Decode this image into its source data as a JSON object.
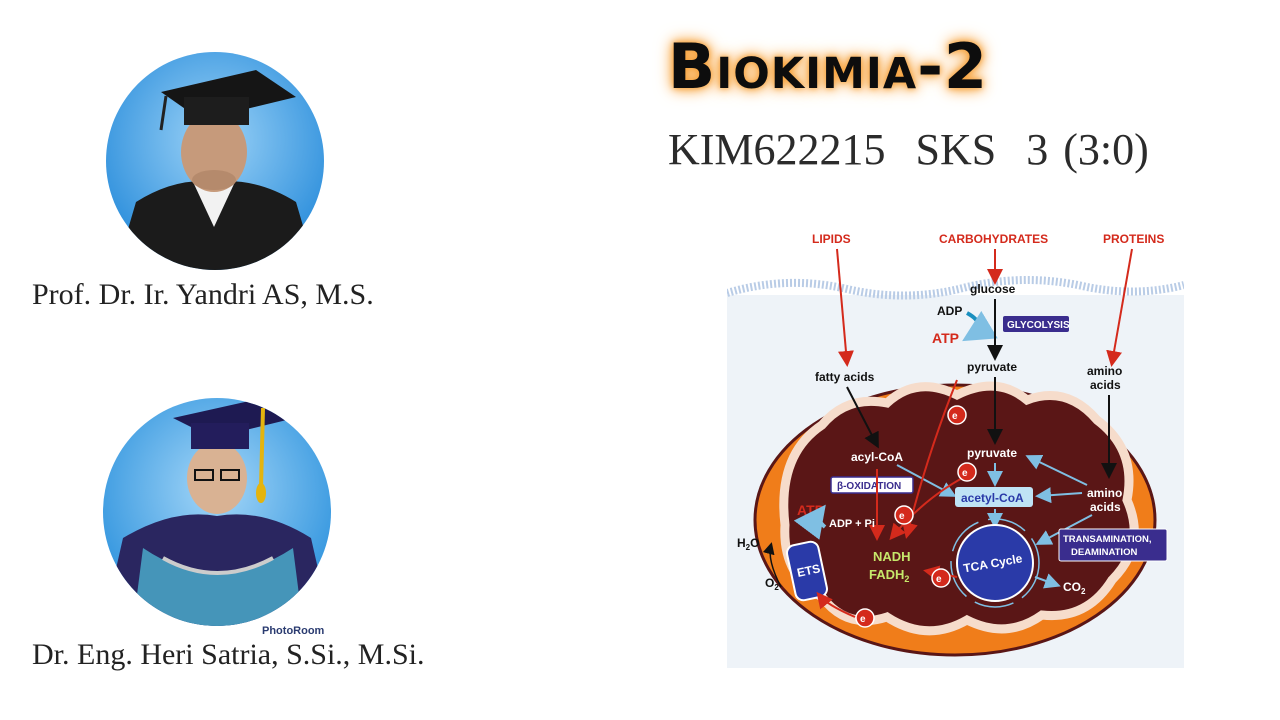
{
  "header": {
    "title": "Biokimia-2",
    "course": "KIM622215  SKS  3 (3:0)"
  },
  "lecturers": [
    {
      "name": "Prof. Dr. Ir. Yandri AS, M.S."
    },
    {
      "name": "Dr. Eng. Heri Satria, S.Si., M.Si.",
      "watermark": "PhotoRoom"
    }
  ],
  "diagram": {
    "sources": {
      "lipids": "LIPIDS",
      "carbohydrates": "CARBOHYDRATES",
      "proteins": "PROTEINS"
    },
    "glucose": "glucose",
    "adp": "ADP",
    "atp": "ATP",
    "glycolysis": "GLYCOLYSIS",
    "pyruvate_out": "pyruvate",
    "pyruvate_in": "pyruvate",
    "fatty_acids": "fatty acids",
    "amino_acids_out": [
      "amino",
      "acids"
    ],
    "amino_acids_in": [
      "amino",
      "acids"
    ],
    "acyl_coa": "acyl-CoA",
    "beta_oxidation": "β-OXIDATION",
    "acetyl_coa": "acetyl-CoA",
    "atp_inner": "ATP",
    "adp_pi": "ADP + Pi",
    "nadh": "NADH",
    "fadh2": "FADH",
    "fadh2_sub": "2",
    "tca": "TCA Cycle",
    "transamination": [
      "TRANSAMINATION,",
      "DEAMINATION"
    ],
    "ets": "ETS",
    "co2": "CO",
    "co2_sub": "2",
    "h2o": "H",
    "h2o_sub": "2",
    "h2o_o": "O",
    "o2": "O",
    "o2_sub": "2",
    "electron": "e",
    "colors": {
      "arrow_red": "#d42a1c",
      "matrix": "#5a1616",
      "outer": "#f07d1a",
      "membrane": "#f6dccb",
      "label_purple": "#3a2d8e",
      "acetyl_bg": "#bfe3f5",
      "tca_blue": "#2a3aa8",
      "nadh_green": "#c6e86b"
    }
  }
}
